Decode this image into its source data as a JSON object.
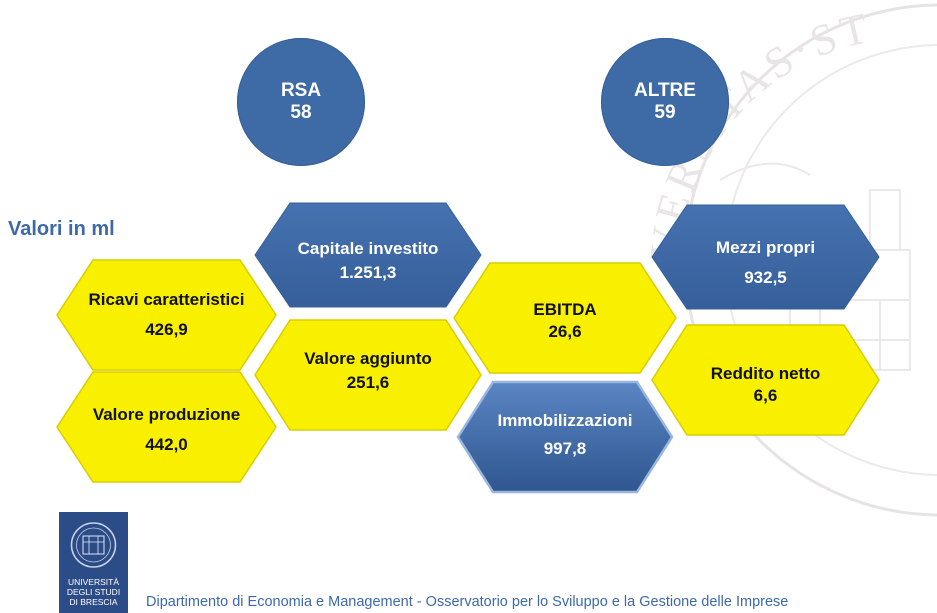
{
  "colors": {
    "blue": "#3e6aa6",
    "yellow": "#f9f000",
    "label_blue": "#3d69ab",
    "logo_blue": "#2c4c88"
  },
  "circles": {
    "rsa": {
      "title": "RSA",
      "value": "58"
    },
    "altre": {
      "title": "ALTRE",
      "value": "59"
    }
  },
  "unit_label": "Valori in ml",
  "hexes": {
    "ricavi": {
      "label": "Ricavi caratteristici",
      "value": "426,9"
    },
    "valore_produzione": {
      "label": "Valore produzione",
      "value": "442,0"
    },
    "capitale_investito": {
      "label": "Capitale investito",
      "value": "1.251,3"
    },
    "valore_aggiunto": {
      "label": "Valore aggiunto",
      "value": "251,6"
    },
    "ebitda": {
      "label": "EBITDA",
      "value": "26,6"
    },
    "immobilizzazioni": {
      "label": "Immobilizzazioni",
      "value": "997,8"
    },
    "mezzi_propri": {
      "label": "Mezzi propri",
      "value": "932,5"
    },
    "reddito_netto": {
      "label": "Reddito netto",
      "value": "6,6"
    }
  },
  "logo": {
    "line1": "UNIVERSITÀ",
    "line2": "DEGLI STUDI",
    "line3": "DI BRESCIA"
  },
  "watermark_text": "VERSITAS·ST",
  "footer": "Dipartimento di Economia e Management - Osservatorio per lo Sviluppo e la Gestione delle Imprese"
}
